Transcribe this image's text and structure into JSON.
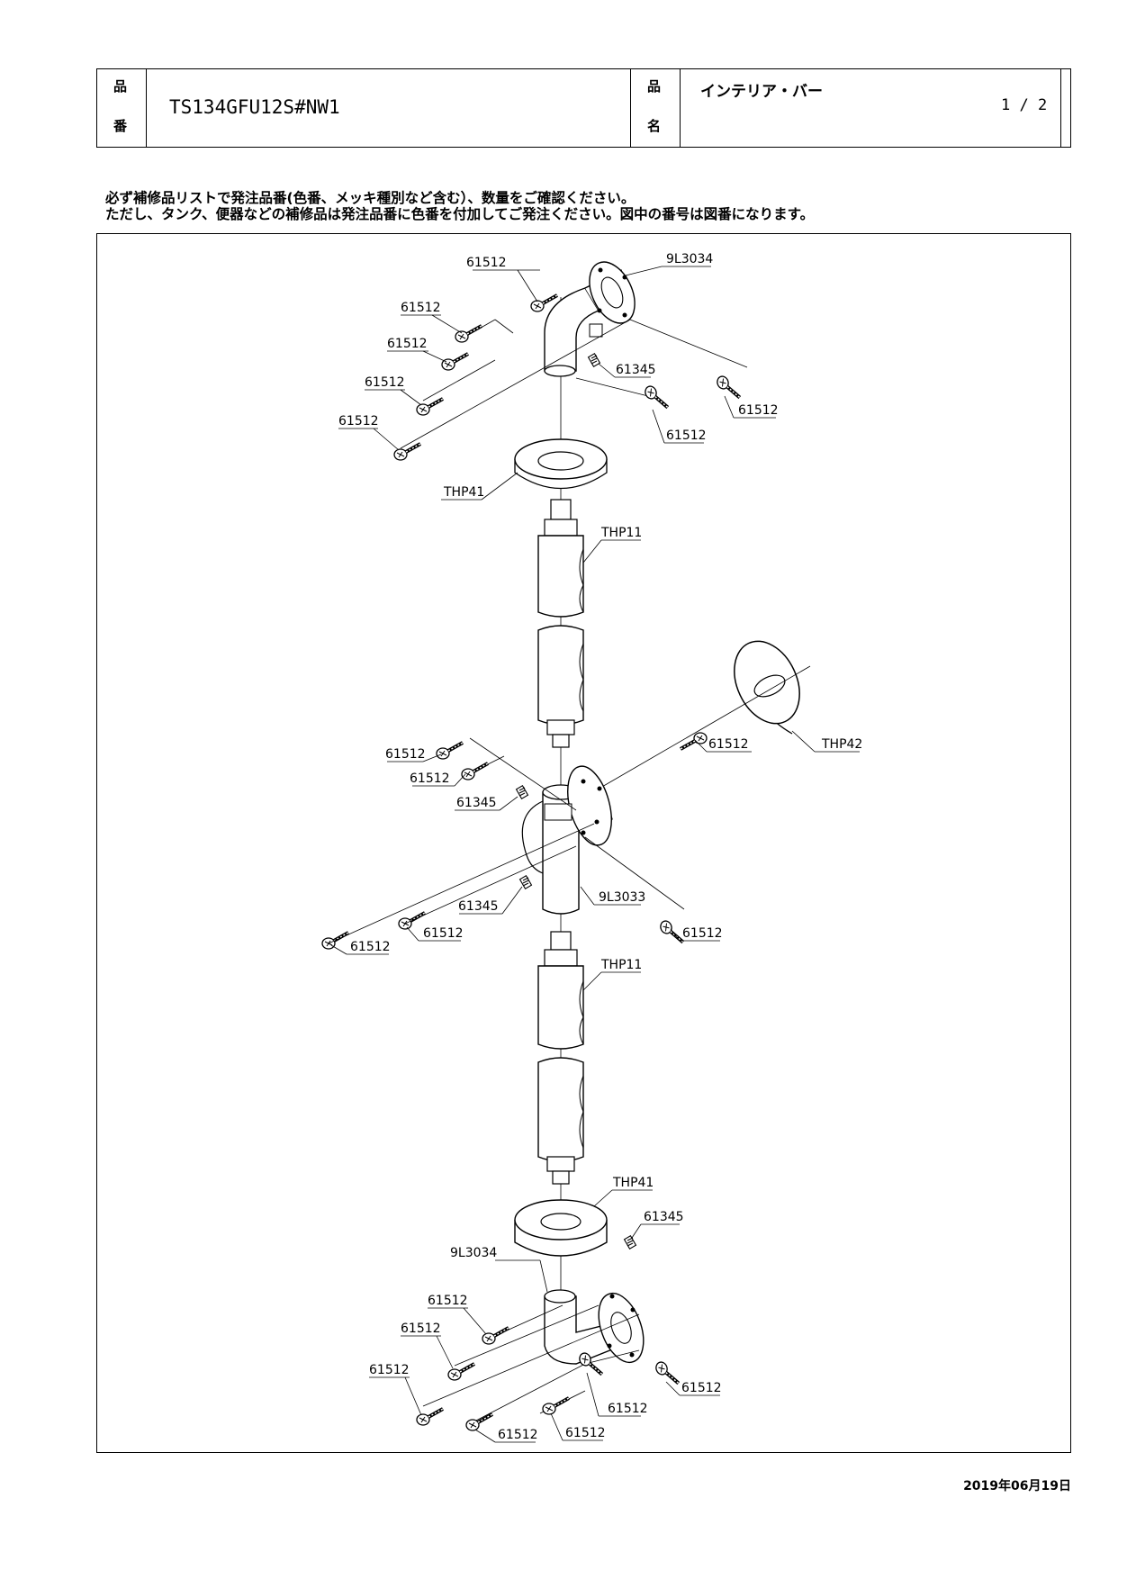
{
  "header": {
    "part_number_label_1": "品",
    "part_number_label_2": "番",
    "part_number": "TS134GFU12S#NW1",
    "part_name_label_1": "品",
    "part_name_label_2": "名",
    "part_name": "インテリア・バー",
    "page": "1 / 2"
  },
  "notes": {
    "line1": "必ず補修品リストで発注品番(色番、メッキ種別など含む）、数量をご確認ください。",
    "line2": "ただし、タンク、便器などの補修品は発注品番に色番を付加してご発注ください。図中の番号は図番になります。"
  },
  "callouts": {
    "screw": "61512",
    "set_screw": "61345",
    "upper_bracket": "9L3034",
    "lower_bracket": "9L3034",
    "middle_bracket": "9L3033",
    "cover_top": "THP41",
    "cover_bottom": "THP41",
    "grip": "THP11",
    "ring": "THP42"
  },
  "date": "2019年06月19日"
}
